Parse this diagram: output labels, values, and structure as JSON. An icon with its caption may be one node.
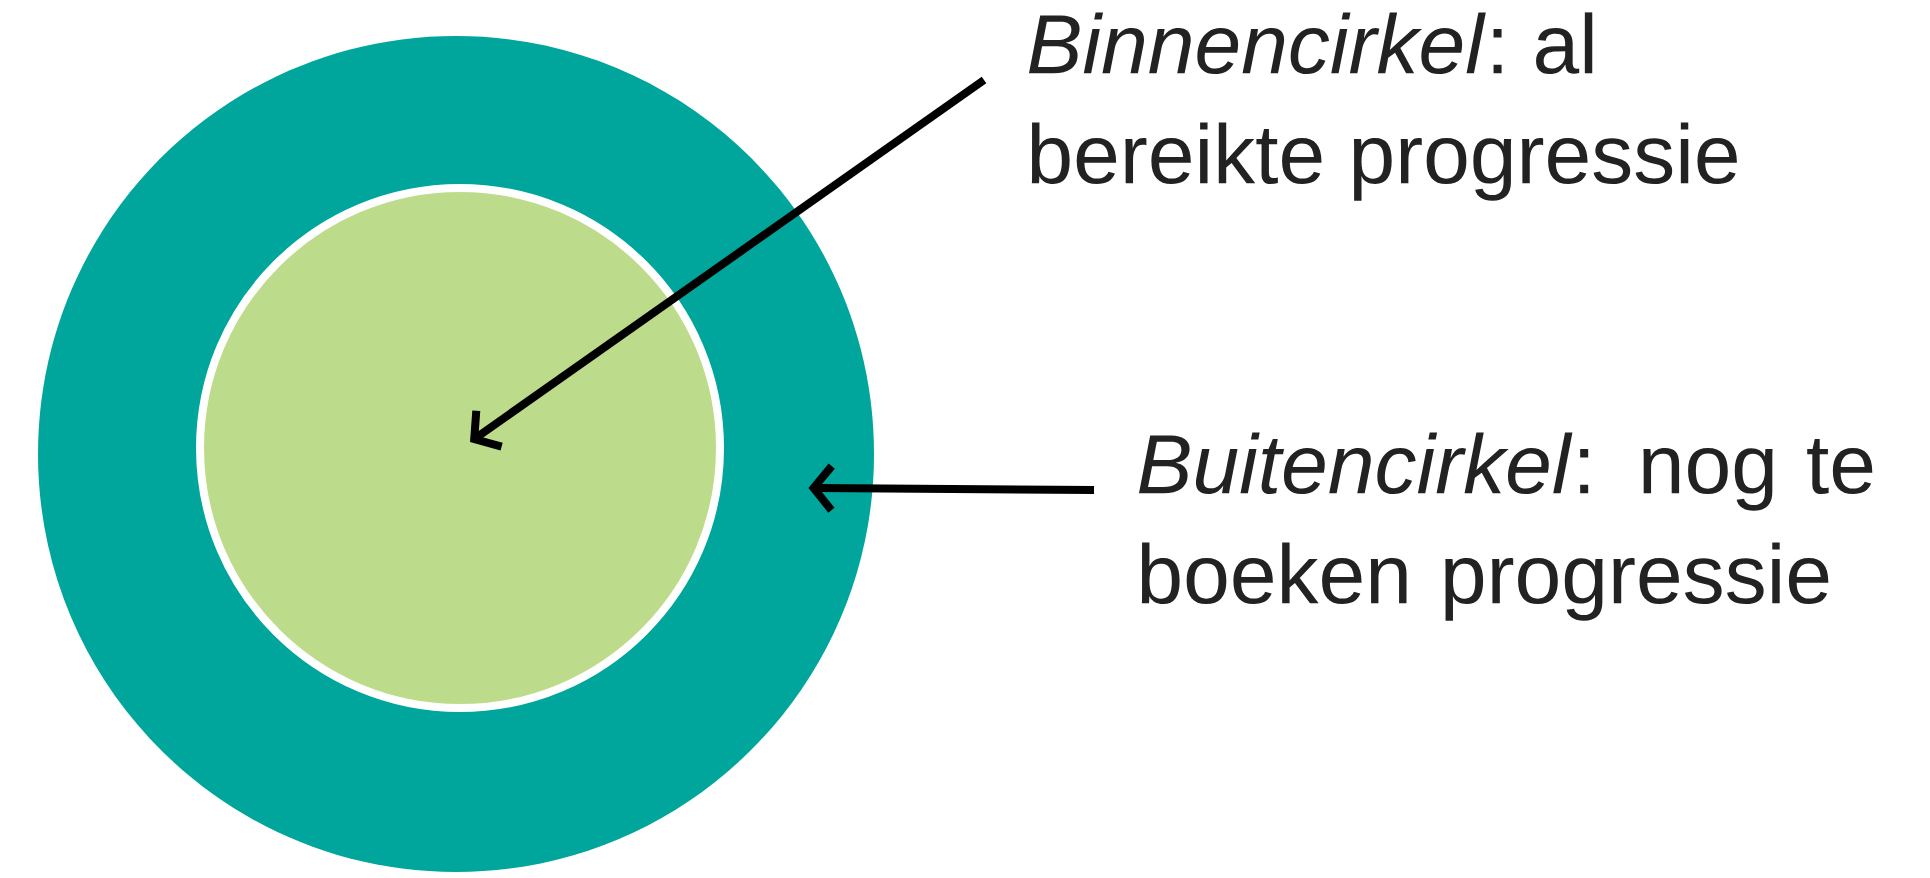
{
  "diagram": {
    "nodes": [
      {
        "text": [],
        "shape": "circle"
      },
      {
        "text": [],
        "shape": "circle",
        "in": 0
      },
      {
        "text": [
          "*Binnencirkel*: al bereikte progressie"
        ]
      },
      {
        "text": [
          "*Buitencirkel*: nog te boeken progressie"
        ]
      }
    ],
    "edges": [
      {
        "from": 2,
        "to": 1,
        "arrow": "to"
      },
      {
        "from": 3,
        "to": 0,
        "arrow": "to"
      }
    ]
  }
}
